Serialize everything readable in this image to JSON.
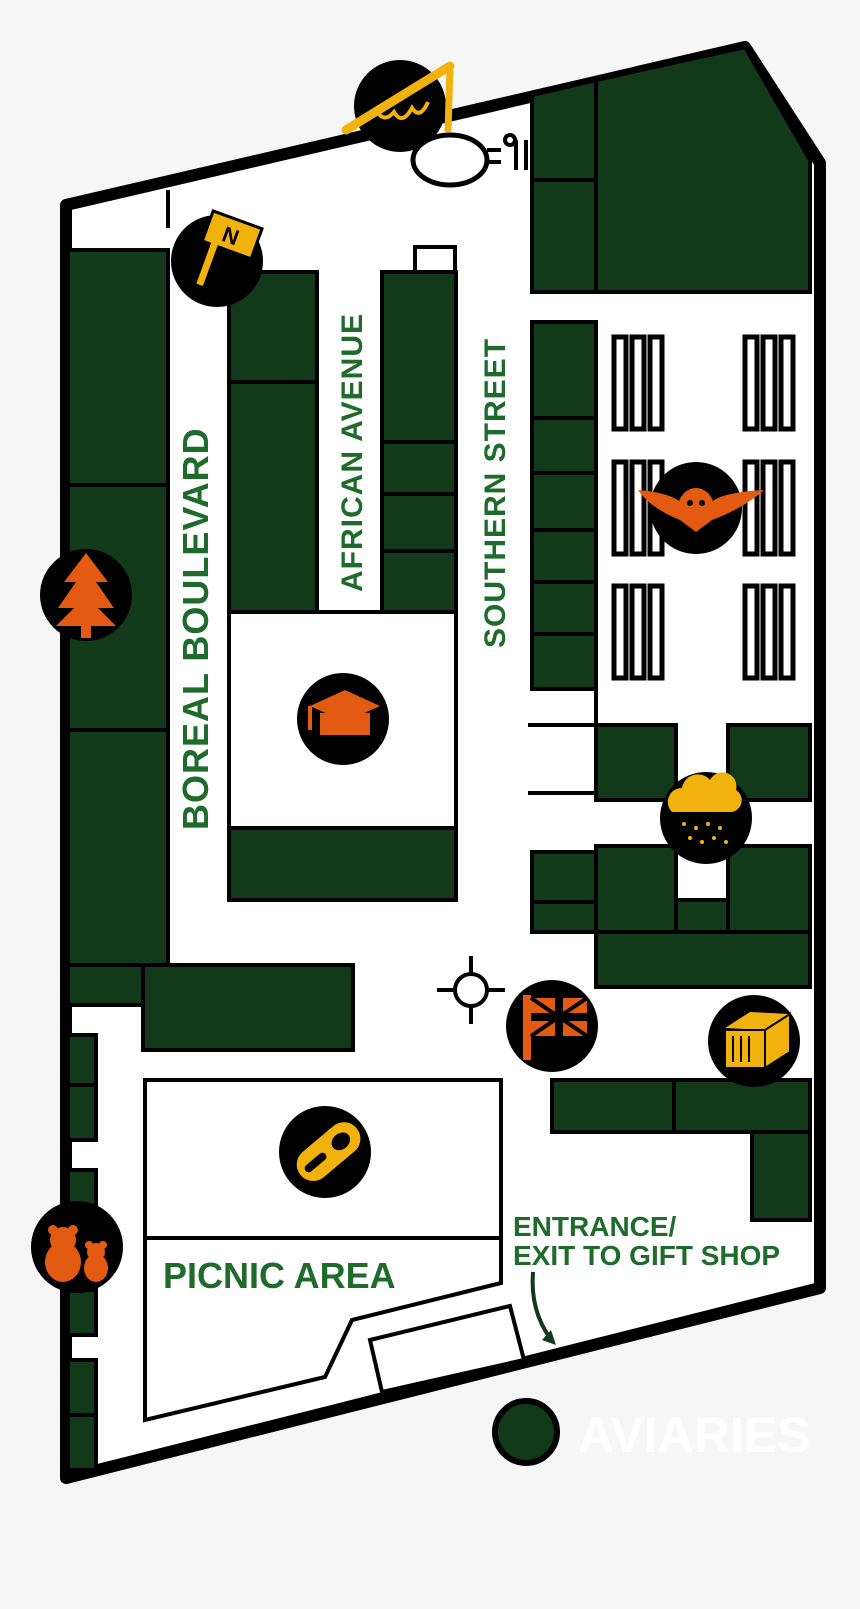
{
  "streets": {
    "boreal": "BOREAL BOULEVARD",
    "african": "AFRICAN AVENUE",
    "southern": "SOUTHERN STREET"
  },
  "areas": {
    "picnic": "PICNIC AREA",
    "entrance_line1": "ENTRANCE/",
    "entrance_line2": "EXIT TO GIFT SHOP"
  },
  "legend": {
    "aviaries": "AVIARIES",
    "swatch_color": "#11391a"
  },
  "colors": {
    "enclosure": "#11391a",
    "path": "#ffffff",
    "outline": "#000000",
    "accent_orange": "#e35a12",
    "accent_yellow": "#f2b20e",
    "label_green": "#1e6b2c"
  },
  "icons": [
    "swing-ride-icon",
    "north-sign-icon",
    "pine-tree-icon",
    "owl-icon",
    "education-cap-icon",
    "rain-cloud-icon",
    "you-are-here-icon",
    "uk-flag-icon",
    "storage-box-icon",
    "footprint-shoe-icon",
    "bear-family-icon"
  ]
}
